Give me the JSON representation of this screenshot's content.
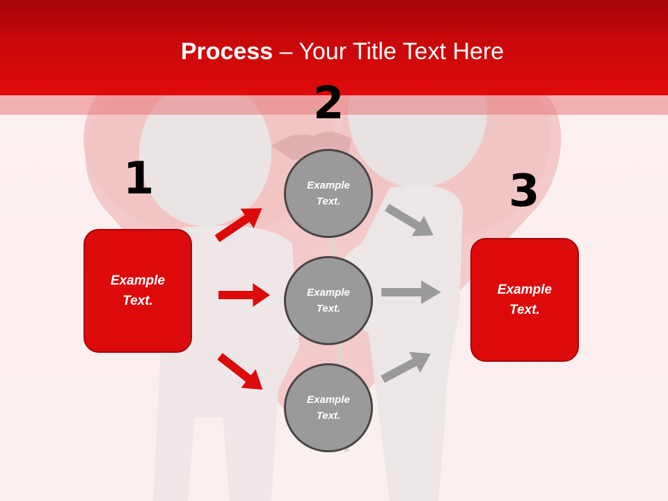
{
  "slide": {
    "title_bold": "Process",
    "title_rest": " – Your Title Text Here",
    "colors": {
      "header_top": "#a50406",
      "header_bottom": "#e00a0c",
      "box_fill": "#dc0a0b",
      "box_border": "#a80607",
      "circle_fill": "#9a9a9a",
      "circle_border": "#4a4545",
      "arrow_red": "#dc0a0b",
      "arrow_gray": "#9a9a9a",
      "background": "#fbf1f1"
    }
  },
  "steps": {
    "one": {
      "number": "1",
      "box_text_line1": "Example",
      "box_text_line2": "Text."
    },
    "two": {
      "number": "2",
      "circles": [
        {
          "line1": "Example",
          "line2": "Text."
        },
        {
          "line1": "Example",
          "line2": "Text."
        },
        {
          "line1": "Example",
          "line2": "Text."
        }
      ]
    },
    "three": {
      "number": "3",
      "box_text_line1": "Example",
      "box_text_line2": "Text."
    }
  },
  "arrows": {
    "left": [
      "arrow-up-right",
      "arrow-right",
      "arrow-down-right"
    ],
    "right": [
      "arrow-down-right",
      "arrow-right",
      "arrow-up-right"
    ]
  }
}
